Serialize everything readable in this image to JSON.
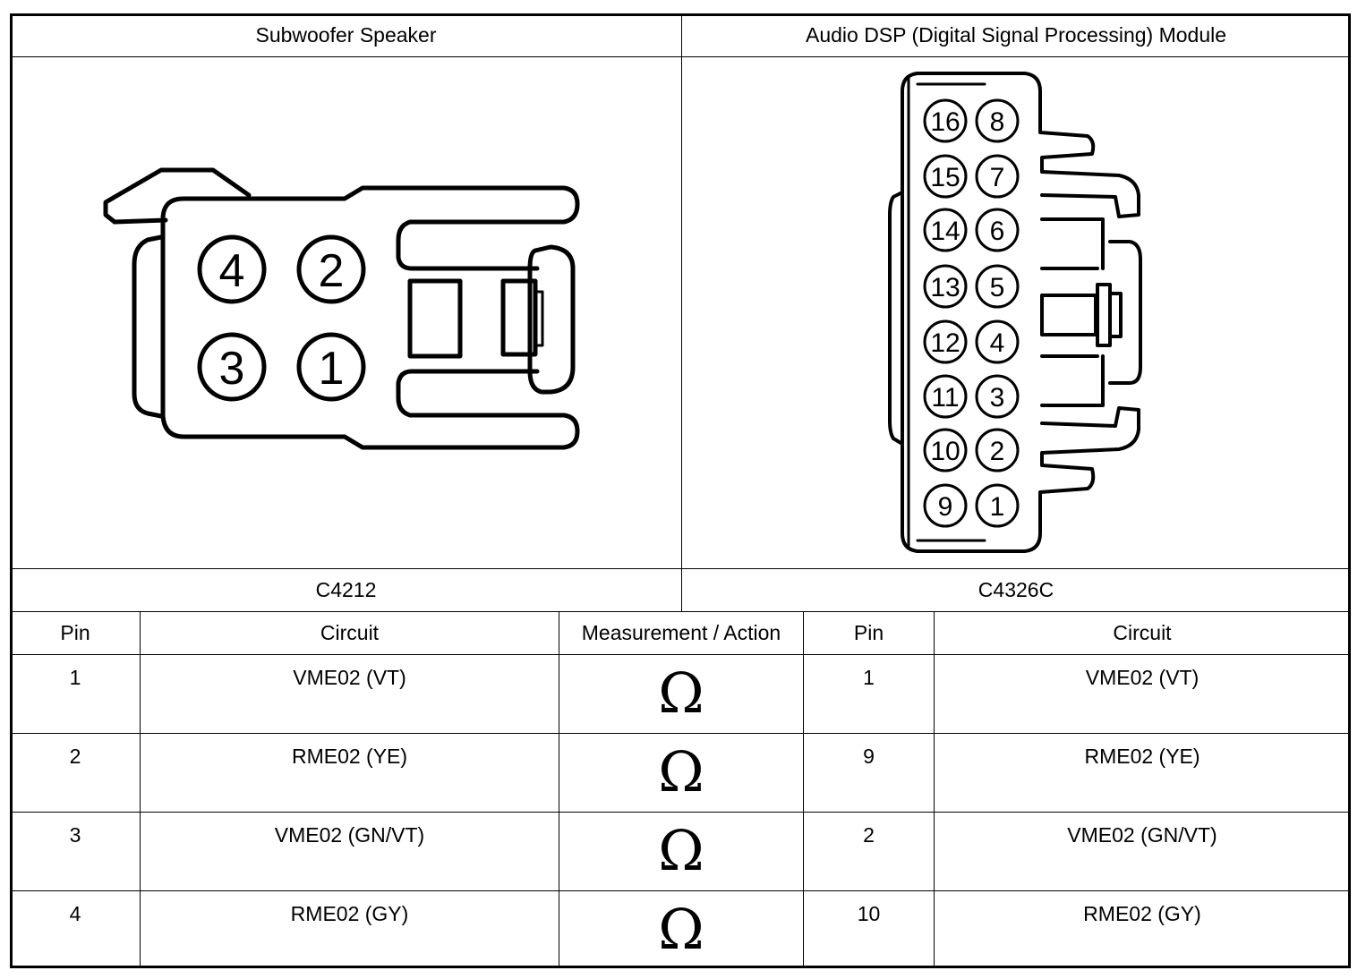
{
  "headers": {
    "left_component": "Subwoofer Speaker",
    "right_component": "Audio DSP (Digital Signal Processing) Module"
  },
  "connectors": {
    "left": {
      "id": "C4212",
      "pins": [
        "4",
        "2",
        "3",
        "1"
      ]
    },
    "right": {
      "id": "C4326C",
      "pins_left_column": [
        "16",
        "15",
        "14",
        "13",
        "12",
        "11",
        "10",
        "9"
      ],
      "pins_right_column": [
        "8",
        "7",
        "6",
        "5",
        "4",
        "3",
        "2",
        "1"
      ]
    }
  },
  "table": {
    "columns": [
      "Pin",
      "Circuit",
      "Measurement / Action",
      "Pin",
      "Circuit"
    ],
    "rows": [
      {
        "pin_a": "1",
        "circuit_a": "VME02 (VT)",
        "action": "Ω",
        "pin_b": "1",
        "circuit_b": "VME02 (VT)"
      },
      {
        "pin_a": "2",
        "circuit_a": "RME02 (YE)",
        "action": "Ω",
        "pin_b": "9",
        "circuit_b": "RME02 (YE)"
      },
      {
        "pin_a": "3",
        "circuit_a": "VME02 (GN/VT)",
        "action": "Ω",
        "pin_b": "2",
        "circuit_b": "VME02 (GN/VT)"
      },
      {
        "pin_a": "4",
        "circuit_a": "RME02 (GY)",
        "action": "Ω",
        "pin_b": "10",
        "circuit_b": "RME02 (GY)"
      }
    ],
    "action_icon": "ohm-symbol-icon"
  }
}
